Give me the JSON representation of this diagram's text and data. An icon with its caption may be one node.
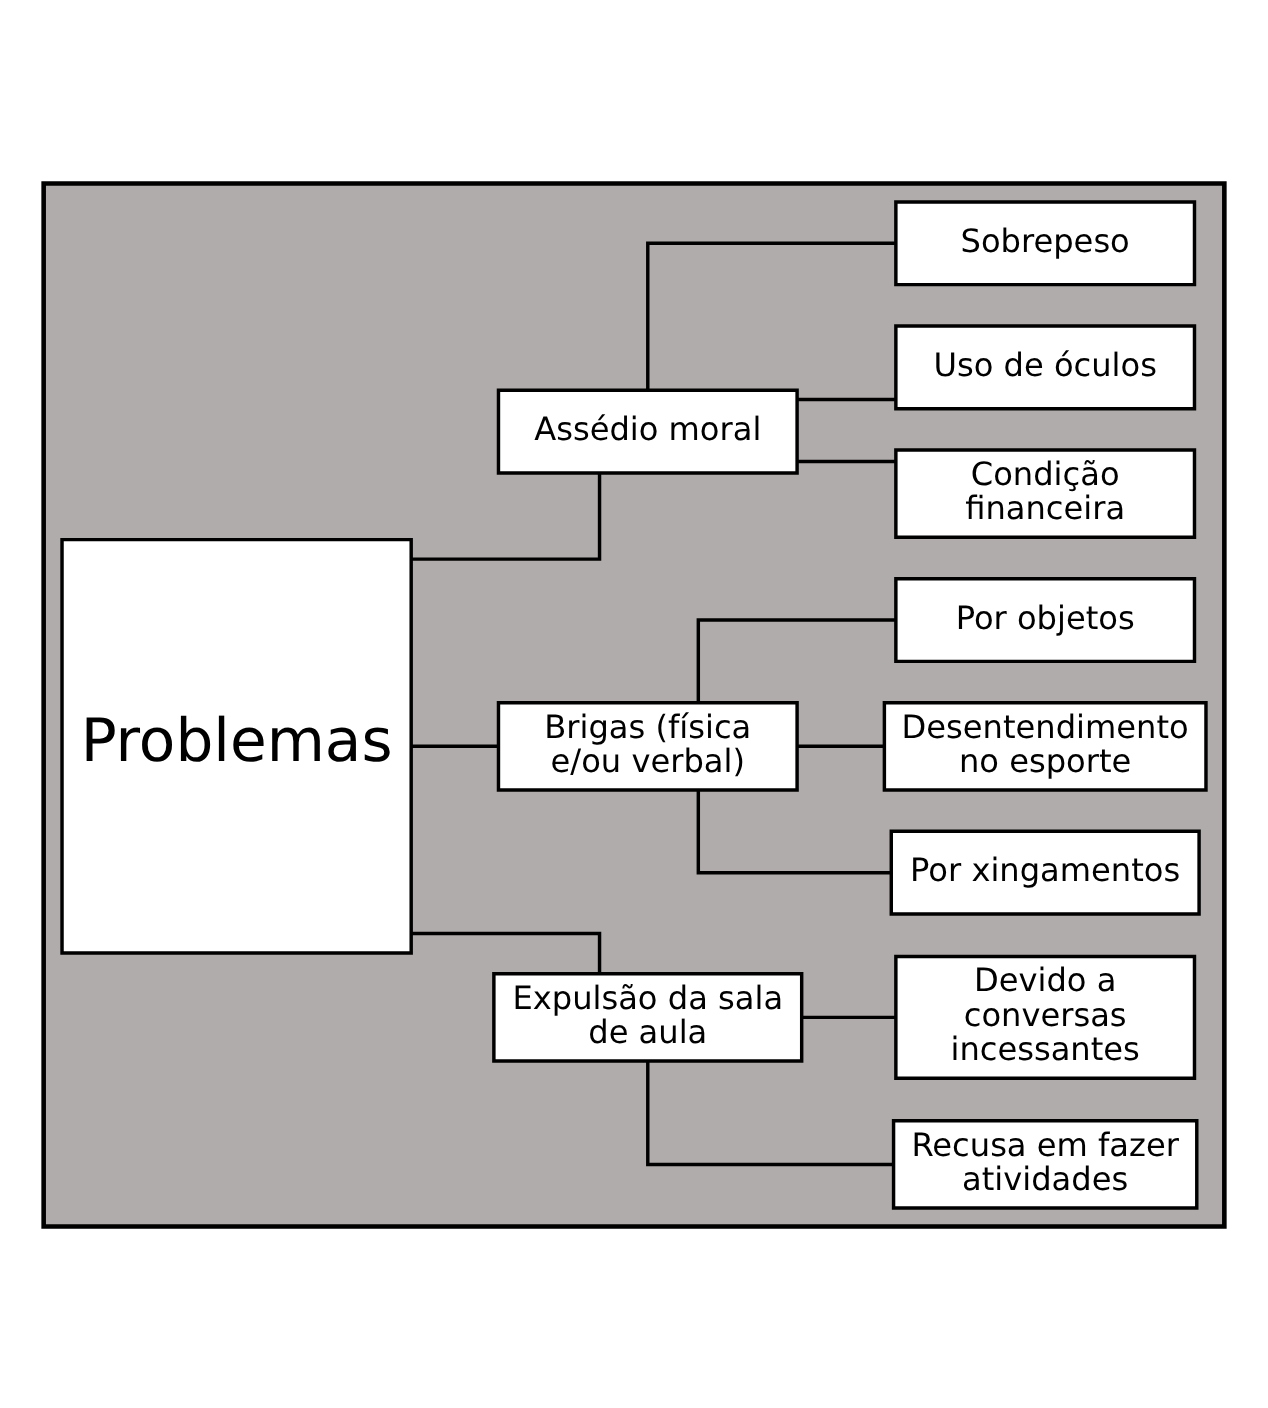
{
  "diagram": {
    "nodes": [
      {
        "text": [],
        "shape": "box"
      },
      {
        "text": [
          "Problemas"
        ],
        "in": 0
      },
      {
        "text": [
          "Assédio moral"
        ],
        "in": 0
      },
      {
        "text": [
          "Brigas (física e/ou verbal)"
        ],
        "in": 0
      },
      {
        "text": [
          "Expulsão da sala de aula"
        ],
        "in": 0
      },
      {
        "text": [
          "Sobrepeso"
        ],
        "in": 0
      },
      {
        "text": [
          "Uso de óculos"
        ],
        "in": 0
      },
      {
        "text": [
          "Condição financeira"
        ],
        "in": 0
      },
      {
        "text": [
          "Por objetos"
        ],
        "in": 0
      },
      {
        "text": [
          "Desentendimento no esporte"
        ],
        "in": 0
      },
      {
        "text": [
          "Por xingamentos"
        ],
        "in": 0
      },
      {
        "text": [
          "Devido a conversas incessantes"
        ],
        "in": 0
      },
      {
        "text": [
          "Recusa em fazer atividades"
        ],
        "in": 0
      }
    ],
    "edges": [
      {
        "from": 1,
        "to": 2,
        "arrow": "none"
      },
      {
        "from": 1,
        "to": 3,
        "arrow": "none"
      },
      {
        "from": 1,
        "to": 4,
        "arrow": "none"
      },
      {
        "from": 2,
        "to": 5,
        "arrow": "none"
      },
      {
        "from": 2,
        "to": 6,
        "arrow": "none"
      },
      {
        "from": 2,
        "to": 7,
        "arrow": "none"
      },
      {
        "from": 3,
        "to": 8,
        "arrow": "none"
      },
      {
        "from": 3,
        "to": 9,
        "arrow": "none"
      },
      {
        "from": 3,
        "to": 10,
        "arrow": "none"
      },
      {
        "from": 4,
        "to": 11,
        "arrow": "none"
      },
      {
        "from": 4,
        "to": 12,
        "arrow": "none"
      }
    ]
  }
}
